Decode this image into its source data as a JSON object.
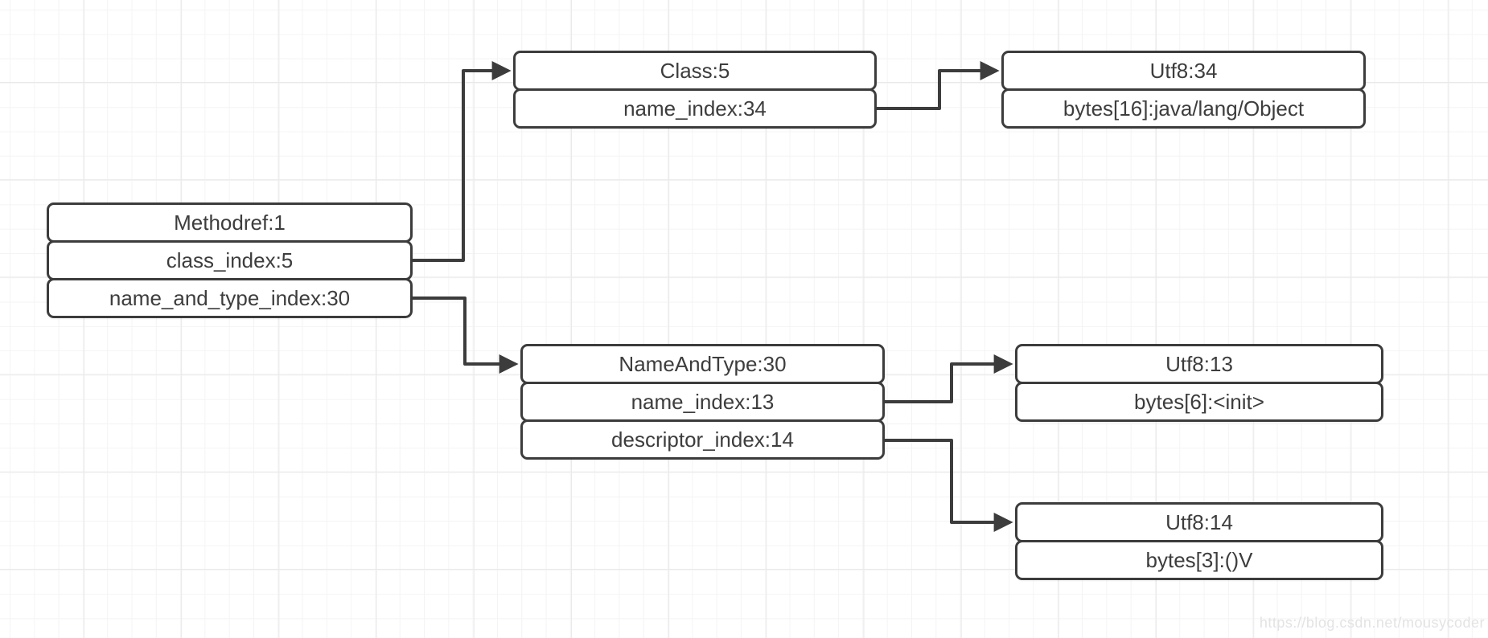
{
  "canvas": {
    "watermark": "https://blog.csdn.net/mousycoder"
  },
  "colors": {
    "node_border": "#3c3c3c",
    "node_fill": "#ffffff",
    "text": "#3d3d3d",
    "connector": "#3c3c3c",
    "grid_minor": "#f4f4f4",
    "grid_major": "#e9e9e9",
    "watermark": "#e3e3e3"
  },
  "nodes": {
    "methodref": {
      "rows": [
        "Methodref:1",
        "class_index:5",
        "name_and_type_index:30"
      ]
    },
    "class5": {
      "rows": [
        "Class:5",
        "name_index:34"
      ]
    },
    "utf8_34": {
      "rows": [
        "Utf8:34",
        "bytes[16]:java/lang/Object"
      ]
    },
    "nameandtype": {
      "rows": [
        "NameAndType:30",
        "name_index:13",
        "descriptor_index:14"
      ]
    },
    "utf8_13": {
      "rows": [
        "Utf8:13",
        "bytes[6]:<init>"
      ]
    },
    "utf8_14": {
      "rows": [
        "Utf8:14",
        "bytes[3]:()V"
      ]
    }
  },
  "edges": [
    {
      "from": "Methodref:1 / class_index:5",
      "to": "Class:5"
    },
    {
      "from": "Methodref:1 / name_and_type_index:30",
      "to": "NameAndType:30"
    },
    {
      "from": "Class:5 / name_index:34",
      "to": "Utf8:34"
    },
    {
      "from": "NameAndType:30 / name_index:13",
      "to": "Utf8:13"
    },
    {
      "from": "NameAndType:30 / descriptor_index:14",
      "to": "Utf8:14"
    }
  ]
}
